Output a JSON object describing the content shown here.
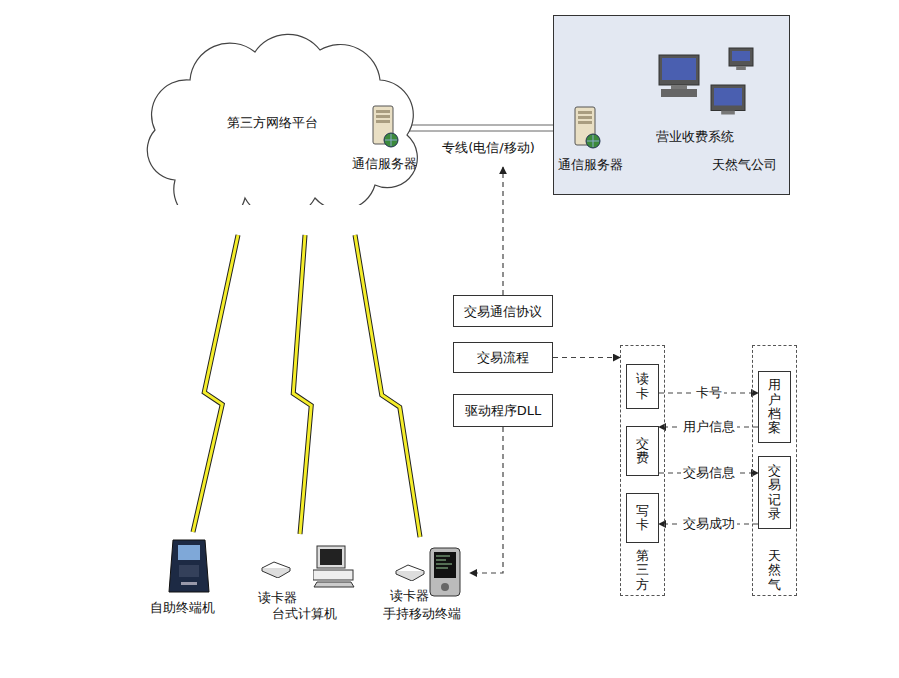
{
  "diagram": {
    "nodes": [
      {
        "text": [
          "第三方网络平台"
        ]
      },
      {
        "text": [
          "通信服务器"
        ],
        "in": 0
      },
      {
        "text": [
          "天然气公司"
        ]
      },
      {
        "text": [
          "营业收费系统"
        ],
        "in": 2
      },
      {
        "text": [
          "通信服务器"
        ],
        "in": 2
      },
      {
        "text": [
          "交易通信协议"
        ]
      },
      {
        "text": [
          "交易流程"
        ]
      },
      {
        "text": [
          "驱动程序DLL"
        ]
      },
      {
        "text": [
          "第三方"
        ]
      },
      {
        "text": [
          "读卡"
        ],
        "in": 8
      },
      {
        "text": [
          "交费"
        ],
        "in": 8
      },
      {
        "text": [
          "写卡"
        ],
        "in": 8
      },
      {
        "text": [
          "天然气"
        ]
      },
      {
        "text": [
          "用户档案"
        ],
        "in": 12
      },
      {
        "text": [
          "交易记录"
        ],
        "in": 12
      },
      {
        "text": [
          "自助终端机"
        ]
      },
      {
        "text": [
          "读卡器",
          "台式计算机"
        ]
      },
      {
        "text": [
          "读卡器",
          "手持移动终端"
        ]
      }
    ],
    "edges": [
      {
        "from": 1,
        "to": 4,
        "label": "专线(电信/移动)",
        "arrow": "none"
      },
      {
        "from": 6,
        "to": 8,
        "arrow": "to"
      },
      {
        "from": 7,
        "to": 17,
        "arrow": "to"
      },
      {
        "from": 9,
        "to": 13,
        "label": "卡号",
        "arrow": "to"
      },
      {
        "from": 13,
        "to": 10,
        "label": "用户信息",
        "arrow": "to"
      },
      {
        "from": 10,
        "to": 14,
        "label": "交易信息",
        "arrow": "to"
      },
      {
        "from": 14,
        "to": 11,
        "label": "交易成功",
        "arrow": "to"
      },
      {
        "from": 15,
        "to": 0,
        "arrow": "none"
      },
      {
        "from": 16,
        "to": 0,
        "arrow": "none"
      },
      {
        "from": 17,
        "to": 0,
        "arrow": "none"
      }
    ]
  }
}
